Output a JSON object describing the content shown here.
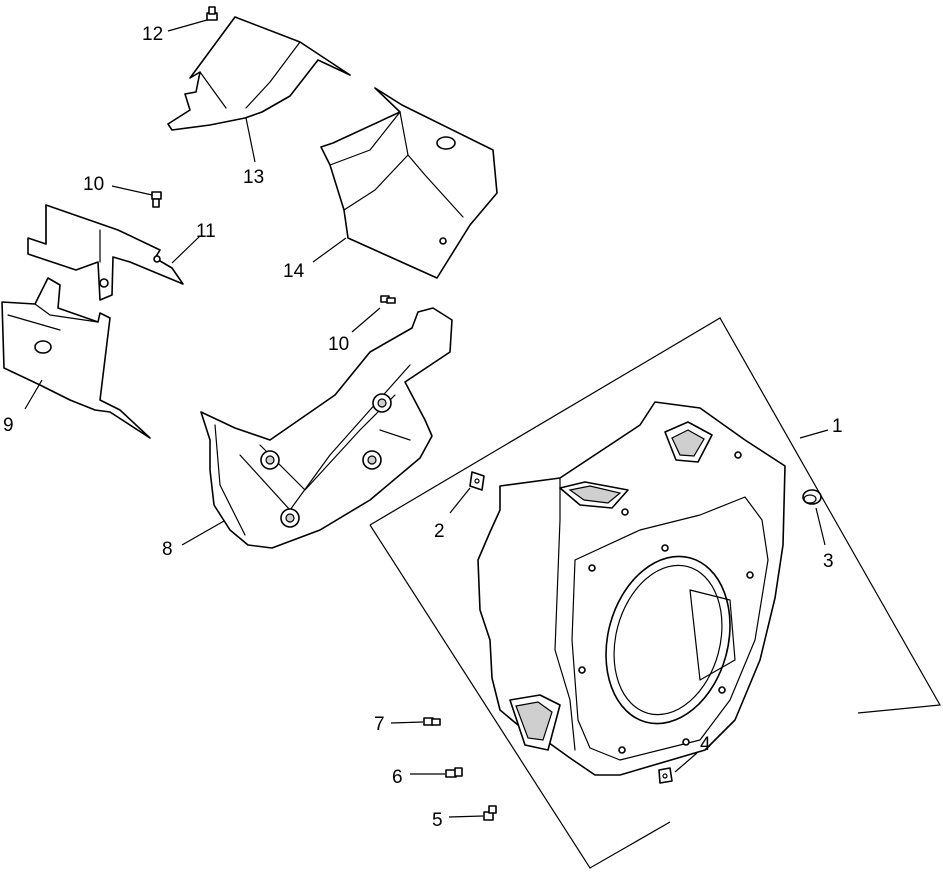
{
  "callouts": [
    {
      "id": "1",
      "text": "1"
    },
    {
      "id": "2",
      "text": "2"
    },
    {
      "id": "3",
      "text": "3"
    },
    {
      "id": "4",
      "text": "4"
    },
    {
      "id": "5",
      "text": "5"
    },
    {
      "id": "6",
      "text": "6"
    },
    {
      "id": "7",
      "text": "7"
    },
    {
      "id": "8",
      "text": "8"
    },
    {
      "id": "9",
      "text": "9"
    },
    {
      "id": "10a",
      "text": "10"
    },
    {
      "id": "10b",
      "text": "10"
    },
    {
      "id": "11",
      "text": "11"
    },
    {
      "id": "12",
      "text": "12"
    },
    {
      "id": "13",
      "text": "13"
    },
    {
      "id": "14",
      "text": "14"
    }
  ],
  "colors": {
    "line": "#000000",
    "background": "#ffffff",
    "shade": "#cfcfcf"
  }
}
